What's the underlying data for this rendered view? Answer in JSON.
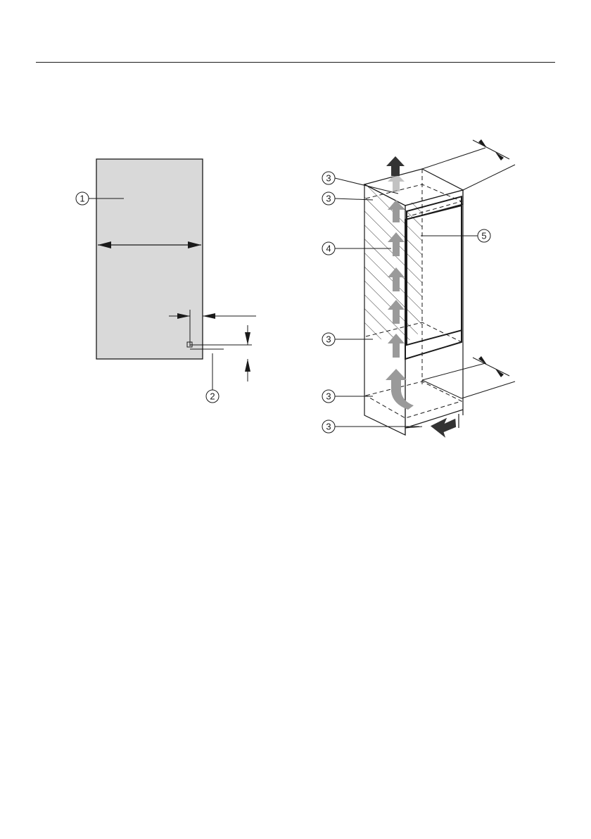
{
  "left_figure": {
    "callouts": [
      {
        "id": "1",
        "label": "1"
      },
      {
        "id": "2",
        "label": "2"
      }
    ]
  },
  "right_figure": {
    "callouts": [
      {
        "id": "3a",
        "label": "3"
      },
      {
        "id": "3b",
        "label": "3"
      },
      {
        "id": "4",
        "label": "4"
      },
      {
        "id": "5",
        "label": "5"
      },
      {
        "id": "3c",
        "label": "3"
      },
      {
        "id": "3d",
        "label": "3"
      },
      {
        "id": "3e",
        "label": "3"
      }
    ]
  },
  "colors": {
    "panel_fill": "#d9d9d9",
    "line": "#1a1a1a",
    "airflow_arrow": "#9a9a9a",
    "airflow_arrow_dark": "#333333"
  }
}
